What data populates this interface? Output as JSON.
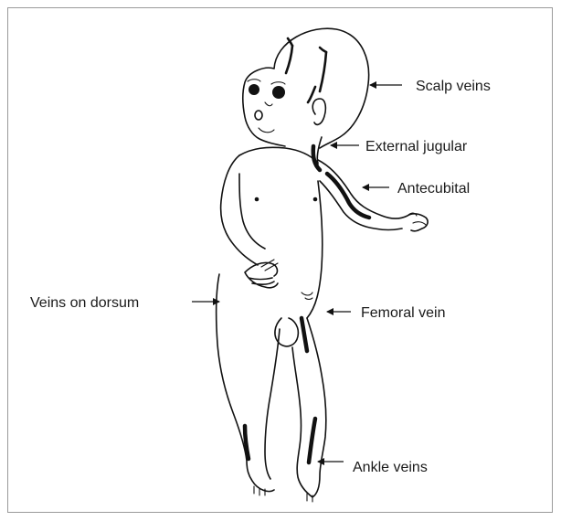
{
  "labels": {
    "scalp": "Scalp veins",
    "jugular": "External jugular",
    "antecubital": "Antecubital",
    "dorsum": "Veins on dorsum",
    "femoral": "Femoral vein",
    "ankle": "Ankle veins"
  }
}
